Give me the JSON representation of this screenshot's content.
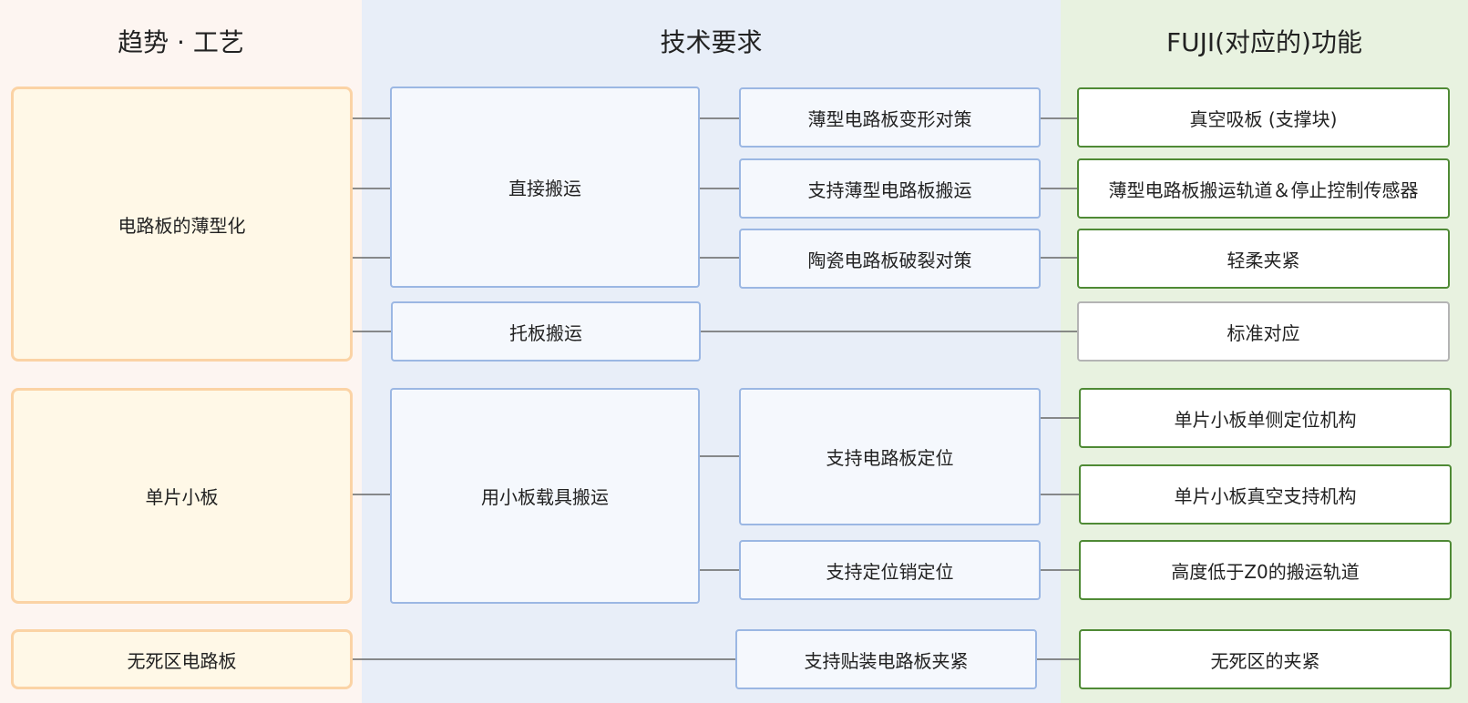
{
  "columns": {
    "trend": {
      "title": "趋势 · 工艺",
      "bg": "#fdf5f1"
    },
    "tech": {
      "title": "技术要求",
      "bg": "#e8eef8"
    },
    "fuji": {
      "title": "FUJI(对应的)功能",
      "bg": "#e8f2e0"
    }
  },
  "trends": {
    "thin_pcb": "电路板的薄型化",
    "single_small": "单片小板",
    "no_dead_zone": "无死区电路板"
  },
  "tech": {
    "direct_transport": "直接搬运",
    "pallet_transport": "托板搬运",
    "carrier_transport": "用小板载具搬运",
    "thin_deform": "薄型电路板变形对策",
    "thin_transport_support": "支持薄型电路板搬运",
    "ceramic_crack": "陶瓷电路板破裂对策",
    "pcb_positioning": "支持电路板定位",
    "pin_positioning": "支持定位销定位",
    "mount_clamp": "支持贴装电路板夹紧"
  },
  "fuji": {
    "vacuum_plate": "真空吸板 (支撑块)",
    "thin_conveyor_sensor": "薄型电路板搬运轨道＆停止控制传感器",
    "soft_clamp": "轻柔夹紧",
    "standard": "标准对应",
    "single_side_positioning": "单片小板单侧定位机构",
    "vacuum_support": "单片小板真空支持机构",
    "low_conveyor": "高度低于Z0的搬运轨道",
    "dead_zone_clamp": "无死区的夹紧"
  },
  "colors": {
    "trend_fill": "#fff8e7",
    "trend_border": "#fbd3a5",
    "tech_fill": "#f5f8fd",
    "tech_border": "#9bb7e3",
    "fuji_border": "#4f8a35",
    "fuji_gray_border": "#b4b4b4",
    "connector": "#666666"
  }
}
